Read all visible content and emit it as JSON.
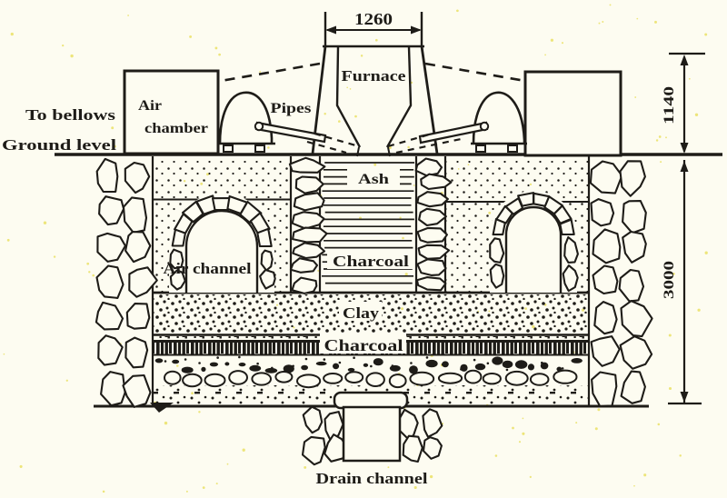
{
  "labels": {
    "to_bellows": "To bellows",
    "ground_level": "Ground level",
    "air_chamber_line1": "Air",
    "air_chamber_line2": "chamber",
    "pipes": "Pipes",
    "furnace": "Furnace",
    "ash": "Ash",
    "charcoal_upper": "Charcoal",
    "air_channel": "Air channel",
    "clay": "Clay",
    "charcoal_lower": "Charcoal",
    "drain_channel": "Drain channel"
  },
  "dimensions": {
    "furnace_mouth_width": "1260",
    "above_ground_height": "1140",
    "below_ground_depth": "3000"
  },
  "colors": {
    "ink": "#1e1c18",
    "paper": "#fdfcf1",
    "speckle": "#e9df5c"
  }
}
